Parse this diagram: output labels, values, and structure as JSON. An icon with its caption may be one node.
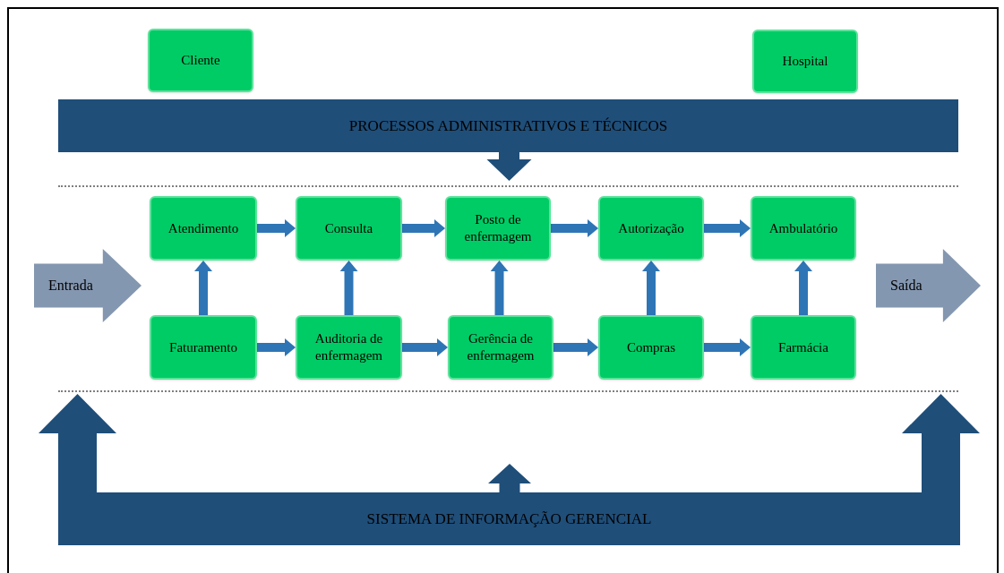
{
  "diagram": {
    "nodes": [
      {
        "text": [
          "Cliente"
        ]
      },
      {
        "text": [
          "Hospital"
        ]
      },
      {
        "text": [
          "PROCESSOS ADMINISTRATIVOS E TÉCNICOS"
        ]
      },
      {
        "text": [
          "Entrada"
        ]
      },
      {
        "text": [
          "Atendimento"
        ]
      },
      {
        "text": [
          "Consulta"
        ]
      },
      {
        "text": [
          "Posto de enfermagem"
        ]
      },
      {
        "text": [
          "Autorização"
        ]
      },
      {
        "text": [
          "Ambulatório"
        ]
      },
      {
        "text": [
          "Faturamento"
        ]
      },
      {
        "text": [
          "Auditoria de enfermagem"
        ]
      },
      {
        "text": [
          "Gerência de enfermagem"
        ]
      },
      {
        "text": [
          "Compras"
        ]
      },
      {
        "text": [
          "Farmácia"
        ]
      },
      {
        "text": [
          "Saída"
        ]
      },
      {
        "text": [
          "SISTEMA DE INFORMAÇÃO GERENCIAL"
        ]
      }
    ],
    "edges": [
      {
        "from": 4,
        "to": 5,
        "arrow": "to"
      },
      {
        "from": 5,
        "to": 6,
        "arrow": "to"
      },
      {
        "from": 6,
        "to": 7,
        "arrow": "to"
      },
      {
        "from": 7,
        "to": 8,
        "arrow": "to"
      },
      {
        "from": 9,
        "to": 4,
        "arrow": "to"
      },
      {
        "from": 10,
        "to": 5,
        "arrow": "to"
      },
      {
        "from": 11,
        "to": 6,
        "arrow": "to"
      },
      {
        "from": 12,
        "to": 7,
        "arrow": "to"
      },
      {
        "from": 13,
        "to": 8,
        "arrow": "to"
      },
      {
        "from": 9,
        "to": 10,
        "arrow": "to"
      },
      {
        "from": 10,
        "to": 11,
        "arrow": "to"
      },
      {
        "from": 11,
        "to": 12,
        "arrow": "to"
      },
      {
        "from": 12,
        "to": 13,
        "arrow": "to"
      },
      {
        "from": 2,
        "to": null,
        "arrow": "to",
        "style": "thick",
        "color": "#1f4e79"
      },
      {
        "from": 15,
        "to": null,
        "arrow": "to",
        "style": "thick",
        "color": "#1f4e79"
      },
      {
        "from": 15,
        "to": null,
        "arrow": "to",
        "style": "thick",
        "color": "#1f4e79"
      },
      {
        "from": 15,
        "to": null,
        "arrow": "to",
        "style": "thick",
        "color": "#1f4e79"
      }
    ]
  }
}
